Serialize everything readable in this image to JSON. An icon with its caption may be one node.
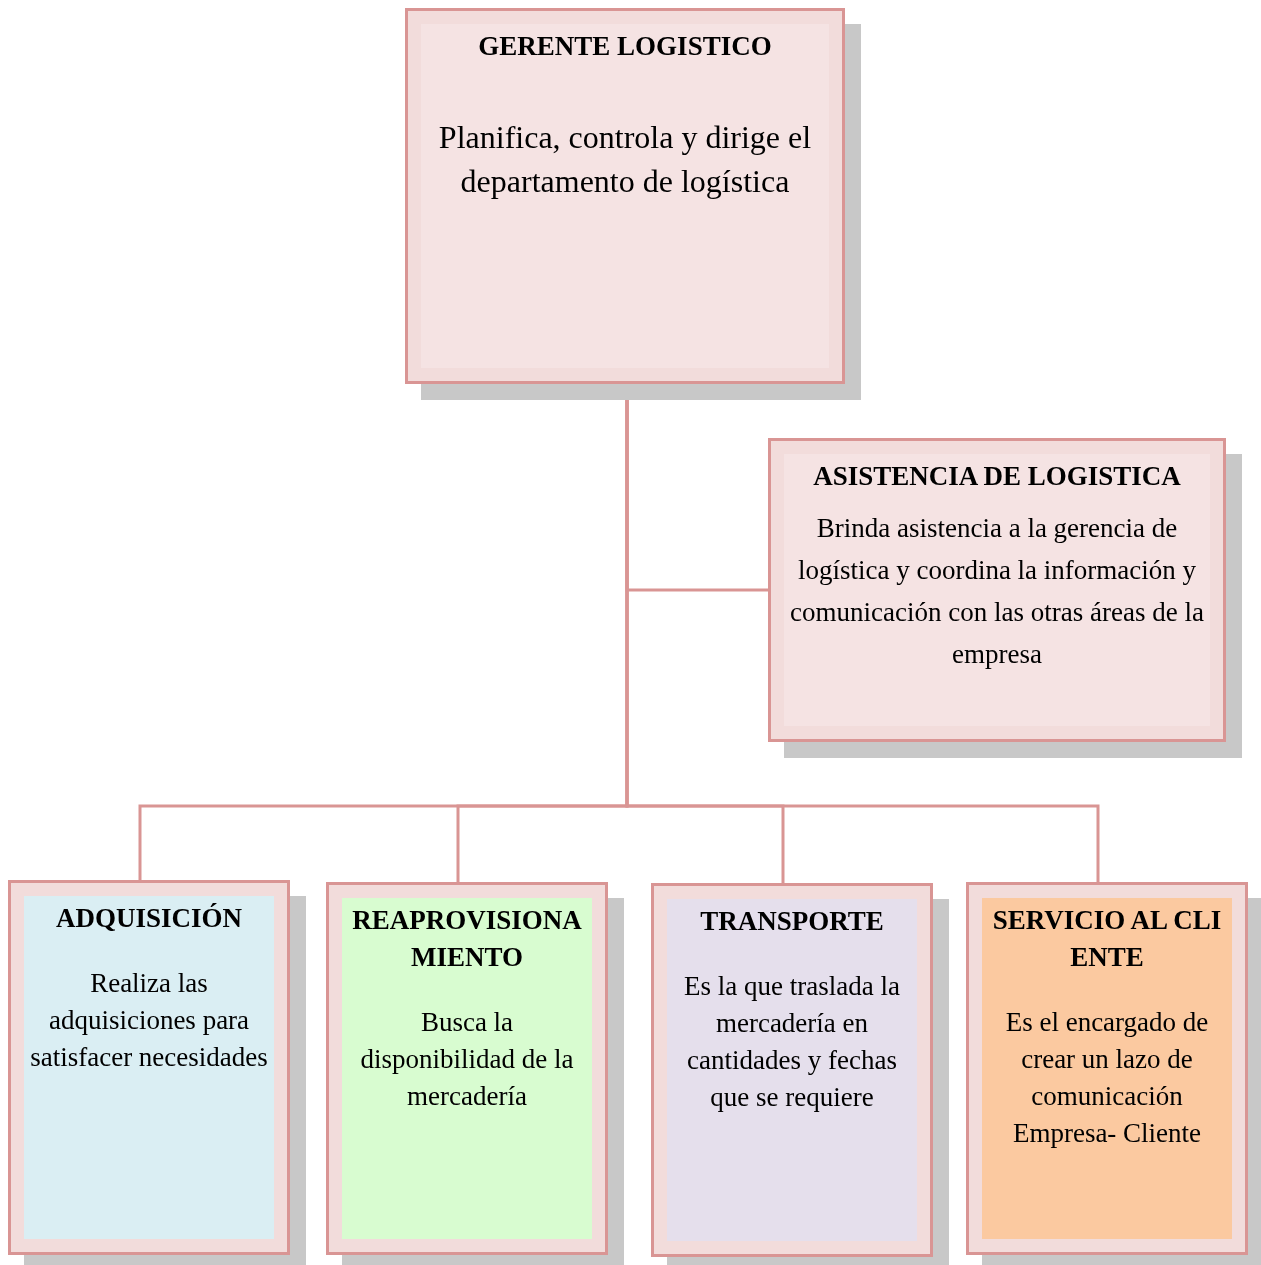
{
  "diagram": {
    "nodes": [
      {
        "text": [
          "GERENTE LOGISTICO",
          "Planifica, controla y dirige el departamento de logística"
        ]
      },
      {
        "text": [
          "ASISTENCIA DE LOGISTICA",
          "Brinda asistencia a la gerencia de logística y coordina la información y comunicación con las otras áreas de la empresa"
        ]
      },
      {
        "text": [
          "ADQUISICIÓN",
          "Realiza las adquisiciones para satisfacer necesidades"
        ]
      },
      {
        "text": [
          "REAPROVISIONAMIENTO",
          "Busca la disponibilidad de la mercadería"
        ]
      },
      {
        "text": [
          "TRANSPORTE",
          "Es la que traslada la mercadería en cantidades y fechas que se requiere"
        ]
      },
      {
        "text": [
          "SERVICIO AL CLIENTE",
          "Es el encargado de crear un lazo de comunicación Empresa- Cliente"
        ]
      }
    ],
    "edges": [
      {
        "from": 0,
        "to": 1,
        "arrow": "none"
      },
      {
        "from": 0,
        "to": 2,
        "arrow": "none"
      },
      {
        "from": 0,
        "to": 3,
        "arrow": "none"
      },
      {
        "from": 0,
        "to": 4,
        "arrow": "none"
      },
      {
        "from": 0,
        "to": 5,
        "arrow": "none"
      }
    ]
  }
}
